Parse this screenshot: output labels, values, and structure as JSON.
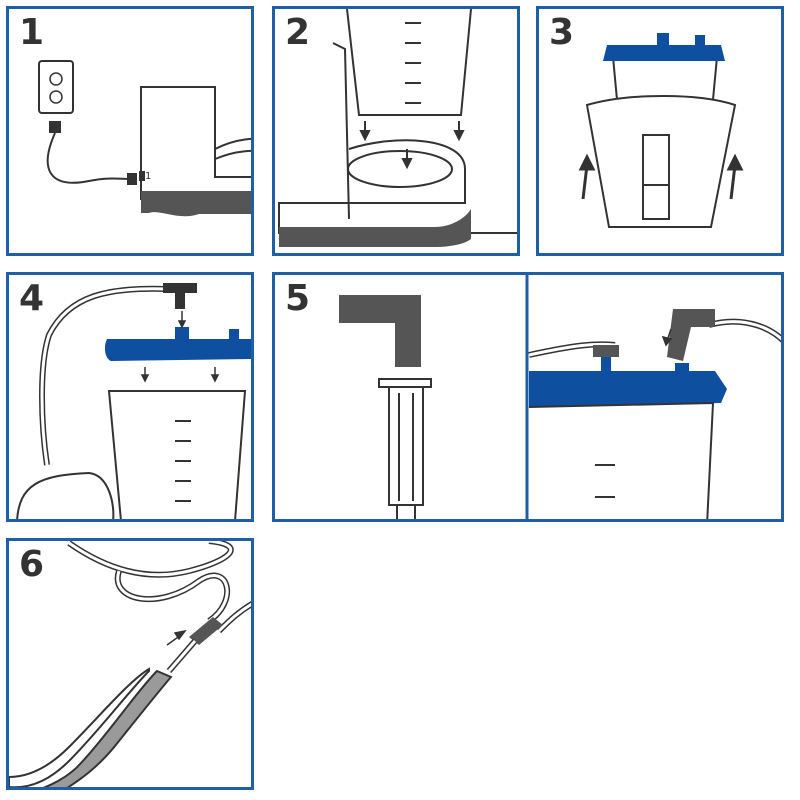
{
  "colors": {
    "frame": "#1f5fa8",
    "lid": "#0f4fa0",
    "ink": "#333333",
    "shade": "#555555",
    "fill": "#ffffff"
  },
  "panels": [
    {
      "id": 1,
      "label": "1",
      "icons": [
        "wall-outlet-icon",
        "power-plug-icon",
        "suction-unit-base-icon"
      ]
    },
    {
      "id": 2,
      "label": "2",
      "icons": [
        "canister-icon",
        "base-holder-icon",
        "down-arrow-icon"
      ]
    },
    {
      "id": 3,
      "label": "3",
      "icons": [
        "canister-icon",
        "blue-lid-icon",
        "holder-sleeve-icon",
        "up-arrow-icon"
      ]
    },
    {
      "id": 4,
      "label": "4",
      "icons": [
        "tubing-icon",
        "blue-lid-icon",
        "canister-icon",
        "down-arrow-icon"
      ]
    },
    {
      "id": 5,
      "label": "5",
      "icons": [
        "elbow-connector-icon",
        "syringe-icon",
        "blue-lid-icon",
        "tubing-icon"
      ]
    },
    {
      "id": 6,
      "label": "6",
      "icons": [
        "coiled-tubing-icon",
        "suction-handle-icon",
        "arrow-icon"
      ]
    }
  ]
}
